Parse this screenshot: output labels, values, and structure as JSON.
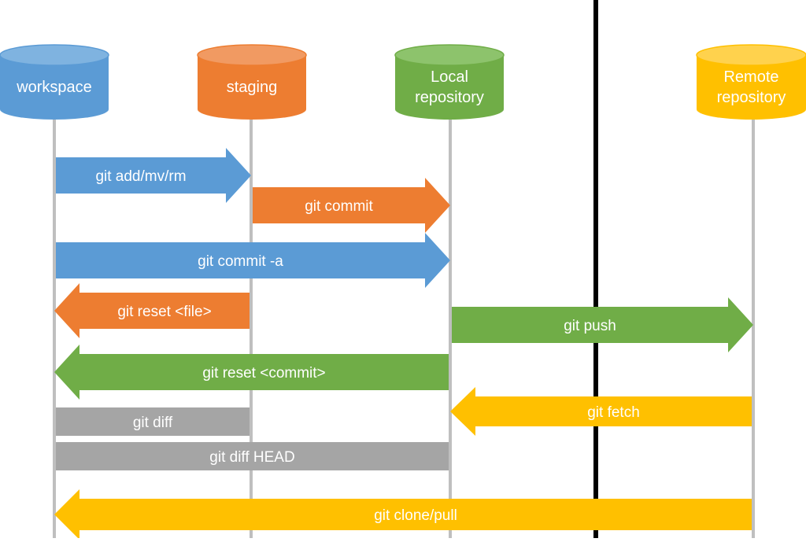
{
  "colors": {
    "blue": "#5b9bd5",
    "blue_top": "#7fb3e0",
    "orange": "#ed7d31",
    "orange_top": "#f19a62",
    "green": "#70ad47",
    "green_top": "#8dc36c",
    "yellow": "#ffc000",
    "yellow_top": "#ffd24d",
    "gray": "#a5a5a5",
    "lifeline": "#bfbfbf",
    "divider": "#000000",
    "text": "#ffffff"
  },
  "nodes": [
    {
      "id": "workspace",
      "lines": [
        "workspace"
      ],
      "color": "blue"
    },
    {
      "id": "staging",
      "lines": [
        "staging"
      ],
      "color": "orange"
    },
    {
      "id": "local",
      "lines": [
        "Local",
        "repository"
      ],
      "color": "green"
    },
    {
      "id": "remote",
      "lines": [
        "Remote",
        "repository"
      ],
      "color": "yellow"
    }
  ],
  "commands": [
    {
      "id": "git-add",
      "label": "git add/mv/rm",
      "from": "workspace",
      "to": "staging",
      "kind": "arrow",
      "color": "blue"
    },
    {
      "id": "git-commit",
      "label": "git commit",
      "from": "staging",
      "to": "local",
      "kind": "arrow",
      "color": "orange"
    },
    {
      "id": "git-commit-a",
      "label": "git commit -a",
      "from": "workspace",
      "to": "local",
      "kind": "arrow",
      "color": "blue"
    },
    {
      "id": "git-reset-file",
      "label": "git reset <file>",
      "from": "staging",
      "to": "workspace",
      "kind": "arrow",
      "color": "orange"
    },
    {
      "id": "git-push",
      "label": "git push",
      "from": "local",
      "to": "remote",
      "kind": "arrow",
      "color": "green"
    },
    {
      "id": "git-reset-commit",
      "label": "git reset <commit>",
      "from": "local",
      "to": "workspace",
      "kind": "arrow",
      "color": "green"
    },
    {
      "id": "git-fetch",
      "label": "git fetch",
      "from": "remote",
      "to": "local",
      "kind": "arrow",
      "color": "yellow"
    },
    {
      "id": "git-diff",
      "label": "git diff",
      "from": "workspace",
      "to": "staging",
      "kind": "bar",
      "color": "gray"
    },
    {
      "id": "git-diff-head",
      "label": "git diff HEAD",
      "from": "workspace",
      "to": "local",
      "kind": "bar",
      "color": "gray"
    },
    {
      "id": "git-clone-pull",
      "label": "git clone/pull",
      "from": "remote",
      "to": "workspace",
      "kind": "arrow",
      "color": "yellow"
    }
  ]
}
